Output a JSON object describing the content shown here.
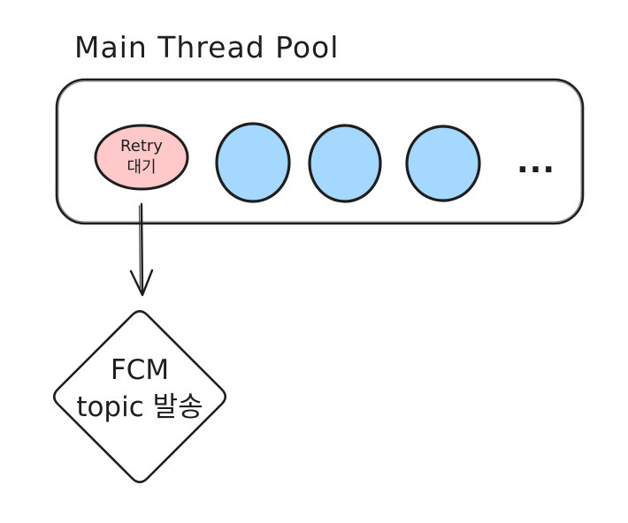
{
  "diagram": {
    "title": "Main Thread Pool",
    "pool": {
      "retry_thread": {
        "line1": "Retry",
        "line2": "대기"
      },
      "worker_count": 3,
      "ellipsis": "..."
    },
    "fcm_node": {
      "line1": "FCM",
      "line2": "topic 발송"
    },
    "colors": {
      "stroke": "#1e1e1e",
      "retry_fill": "#ffc9c9",
      "worker_fill": "#a5d8ff",
      "background": "#ffffff"
    }
  }
}
